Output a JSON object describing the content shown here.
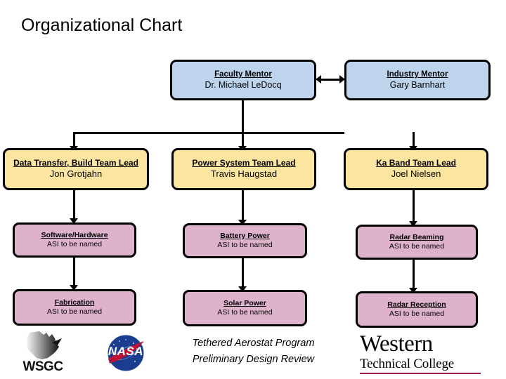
{
  "page": {
    "title": "Organizational Chart",
    "background_color": "#ffffff"
  },
  "colors": {
    "mentor_box": "#bdd4ec",
    "team_lead_box": "#fce5a0",
    "subteam_box": "#dfb2cc",
    "border": "#000000",
    "connector": "#000000",
    "wtc_rule": "#9b2242",
    "nasa_blue": "#1b3d8f",
    "nasa_red": "#c8102e"
  },
  "chart_data": {
    "type": "org-chart",
    "title": "Organizational Chart",
    "tiers": [
      "mentors",
      "team-leads",
      "sub-teams"
    ],
    "nodes": [
      {
        "id": "faculty-mentor",
        "role": "Faculty Mentor",
        "person": "Dr. Michael LeDocq",
        "tier": "mentors",
        "column": 2,
        "color": "#bdd4ec"
      },
      {
        "id": "industry-mentor",
        "role": "Industry Mentor",
        "person": "Gary Barnhart",
        "tier": "mentors",
        "column": 3,
        "color": "#bdd4ec"
      },
      {
        "id": "data-transfer-lead",
        "role": "Data Transfer, Build Team Lead",
        "person": "Jon Grotjahn",
        "tier": "team-leads",
        "column": 1,
        "color": "#fce5a0"
      },
      {
        "id": "power-system-lead",
        "role": "Power System Team Lead",
        "person": "Travis Haugstad",
        "tier": "team-leads",
        "column": 2,
        "color": "#fce5a0"
      },
      {
        "id": "ka-band-lead",
        "role": "Ka Band Team Lead",
        "person": "Joel Nielsen",
        "tier": "team-leads",
        "column": 3,
        "color": "#fce5a0"
      },
      {
        "id": "software-hardware",
        "role": "Software/Hardware",
        "person": "ASI to be named",
        "tier": "sub-teams",
        "column": 1,
        "color": "#dfb2cc"
      },
      {
        "id": "battery-power",
        "role": "Battery Power",
        "person": "ASI to be named",
        "tier": "sub-teams",
        "column": 2,
        "color": "#dfb2cc"
      },
      {
        "id": "radar-beaming",
        "role": "Radar Beaming",
        "person": "ASI to be named",
        "tier": "sub-teams",
        "column": 3,
        "color": "#dfb2cc"
      },
      {
        "id": "fabrication",
        "role": "Fabrication",
        "person": "ASI to be named",
        "tier": "sub-teams",
        "column": 1,
        "color": "#dfb2cc"
      },
      {
        "id": "solar-power",
        "role": "Solar Power",
        "person": "ASI to be named",
        "tier": "sub-teams",
        "column": 2,
        "color": "#dfb2cc"
      },
      {
        "id": "radar-reception",
        "role": "Radar Reception",
        "person": "ASI to be named",
        "tier": "sub-teams",
        "column": 3,
        "color": "#dfb2cc"
      }
    ],
    "edges": [
      {
        "from": "faculty-mentor",
        "to": "industry-mentor",
        "style": "double-arrow-horizontal"
      },
      {
        "from": "faculty-mentor",
        "to": "data-transfer-lead",
        "style": "elbow-arrow-down"
      },
      {
        "from": "faculty-mentor",
        "to": "power-system-lead",
        "style": "elbow-arrow-down"
      },
      {
        "from": "faculty-mentor",
        "to": "ka-band-lead",
        "style": "elbow-arrow-down"
      },
      {
        "from": "data-transfer-lead",
        "to": "software-hardware",
        "style": "arrow-down"
      },
      {
        "from": "software-hardware",
        "to": "fabrication",
        "style": "arrow-down"
      },
      {
        "from": "power-system-lead",
        "to": "battery-power",
        "style": "arrow-down"
      },
      {
        "from": "battery-power",
        "to": "solar-power",
        "style": "arrow-down"
      },
      {
        "from": "ka-band-lead",
        "to": "radar-beaming",
        "style": "arrow-down"
      },
      {
        "from": "radar-beaming",
        "to": "radar-reception",
        "style": "arrow-down"
      }
    ]
  },
  "footer": {
    "caption_line1": "Tethered Aerostat Program",
    "caption_line2": "Preliminary Design Review",
    "logos": {
      "wsgc": {
        "text": "WSGC",
        "name": "wsgc-logo"
      },
      "nasa": {
        "text": "NASA",
        "name": "nasa-logo"
      },
      "wtc": {
        "line1": "Western",
        "line2": "Technical College",
        "name": "western-technical-college-logo"
      }
    }
  }
}
